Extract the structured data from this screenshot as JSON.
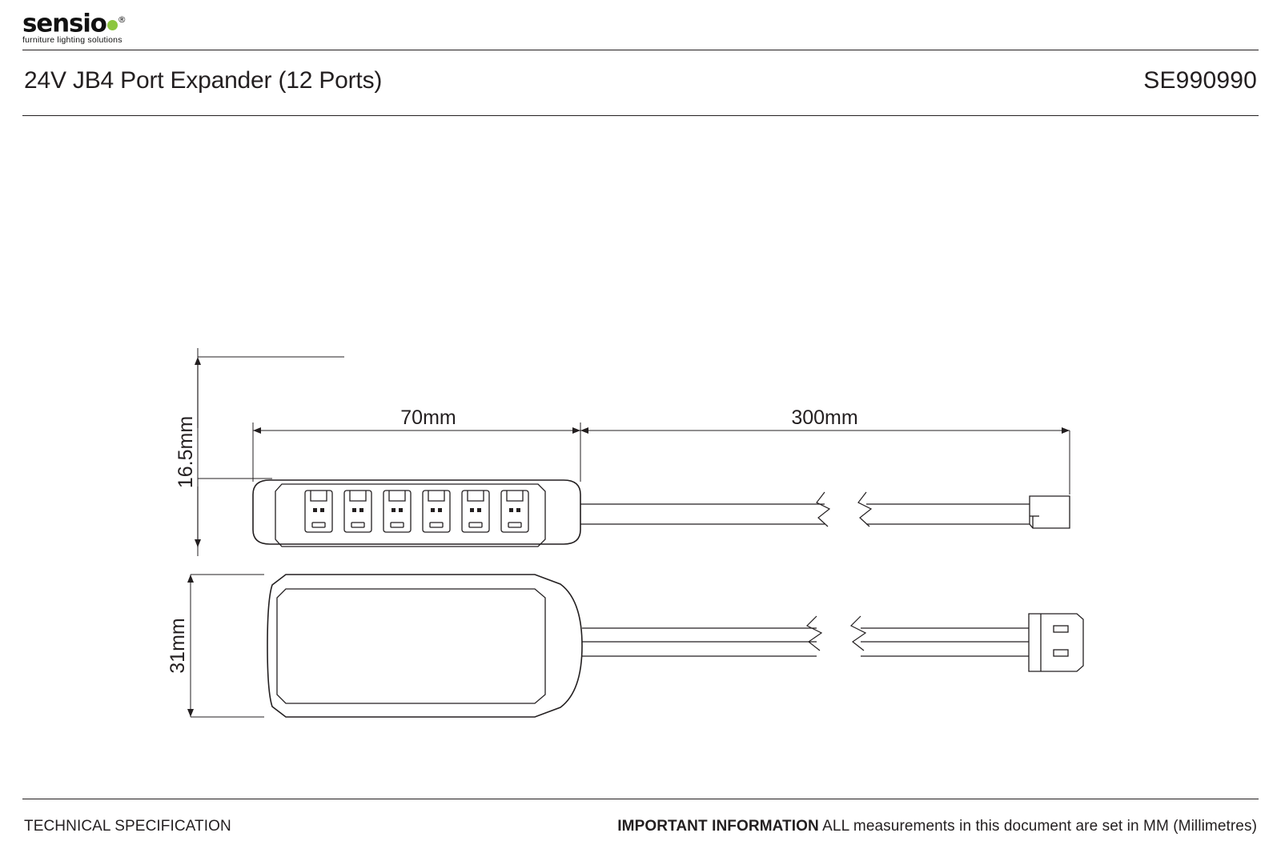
{
  "brand": {
    "name": "sensio",
    "registered_mark": "®",
    "tagline": "furniture lighting solutions",
    "dot_color": "#8cc63f"
  },
  "header": {
    "title": "24V JB4 Port Expander (12 Ports)",
    "part_number": "SE990990"
  },
  "footer": {
    "left_label": "TECHNICAL SPECIFICATION",
    "right_bold": "IMPORTANT INFORMATION",
    "right_text": " ALL measurements in this document are set in MM (Millimetres)"
  },
  "drawing": {
    "dimensions": {
      "height_side": "16.5mm",
      "body_length": "70mm",
      "cable_length": "300mm",
      "width_top": "31mm"
    },
    "ports_count": 6,
    "line_color": "#231f20",
    "views": [
      {
        "name": "side-view",
        "label": ""
      },
      {
        "name": "top-view",
        "label": ""
      }
    ]
  }
}
